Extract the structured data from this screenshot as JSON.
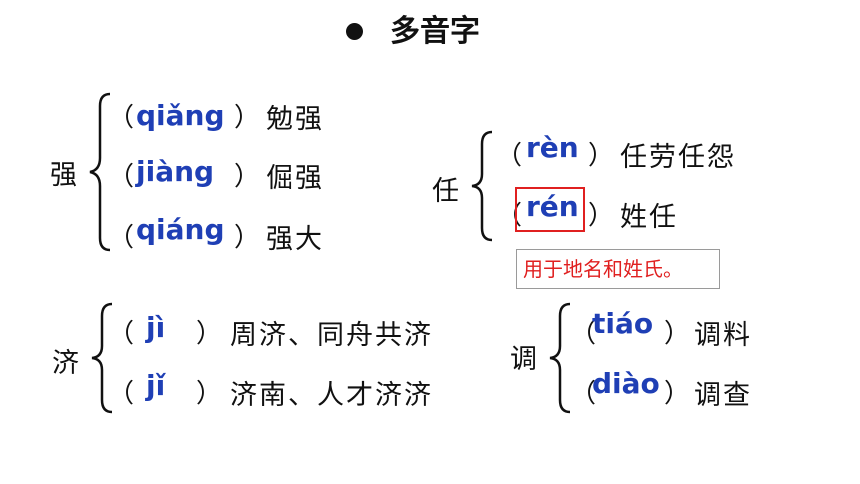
{
  "title": "多音字",
  "groups": {
    "qiang": {
      "char": "强",
      "items": [
        {
          "open": "（",
          "pinyin": "qiǎng",
          "close": "）",
          "word": "勉强"
        },
        {
          "open": "（",
          "pinyin": "jiàng",
          "close": "）",
          "word": "倔强"
        },
        {
          "open": "（",
          "pinyin": "qiáng",
          "close": "）",
          "word": "强大"
        }
      ]
    },
    "ren": {
      "char": "任",
      "items": [
        {
          "open": "（",
          "pinyin": "rèn",
          "close": "）",
          "word": "任劳任怨"
        },
        {
          "open": "（",
          "pinyin": "rén",
          "close": "）",
          "word": "姓任"
        }
      ],
      "note": "用于地名和姓氏。"
    },
    "ji": {
      "char": "济",
      "items": [
        {
          "open": "（",
          "pinyin": "jì",
          "close": "）",
          "word": "周济、同舟共济"
        },
        {
          "open": "（",
          "pinyin": "jǐ",
          "close": "）",
          "word": "济南、人才济济"
        }
      ]
    },
    "diao": {
      "char": "调",
      "items": [
        {
          "open": "（",
          "pinyin": "tiáo",
          "close": "）",
          "word": "调料"
        },
        {
          "open": "（",
          "pinyin": "diào",
          "close": "）",
          "word": "调查"
        }
      ]
    }
  },
  "colors": {
    "pinyin": "#1f3fb5",
    "note": "#e02020",
    "highlight": "#e02020"
  }
}
